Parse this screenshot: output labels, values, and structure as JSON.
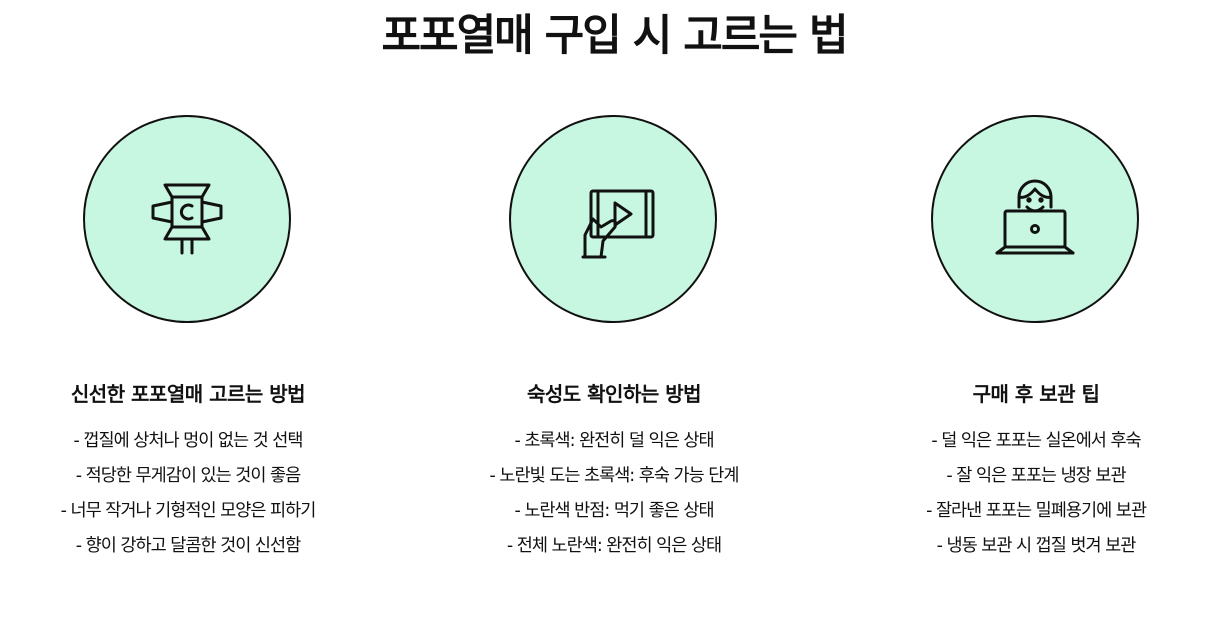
{
  "title": "포포열매 구입 시 고르는 법",
  "sections": [
    {
      "icon": "spotlight-icon",
      "heading": "신선한 포포열매 고르는 방법",
      "tips": [
        "- 껍질에 상처나 멍이 없는 것 선택",
        "- 적당한 무게감이 있는 것이 좋음",
        "- 너무 작거나 기형적인 모양은 피하기",
        "- 향이 강하고 달콤한 것이 신선함"
      ]
    },
    {
      "icon": "tablet-play-icon",
      "heading": "숙성도 확인하는 방법",
      "tips": [
        "- 초록색: 완전히 덜 익은 상태",
        "- 노란빛 도는 초록색: 후숙 가능 단계",
        "- 노란색 반점: 먹기 좋은 상태",
        "- 전체 노란색: 완전히 익은 상태"
      ]
    },
    {
      "icon": "laptop-user-icon",
      "heading": "구매 후 보관 팁",
      "tips": [
        "- 덜 익은 포포는 실온에서 후숙",
        "- 잘 익은 포포는 냉장 보관",
        "- 잘라낸 포포는 밀폐용기에 보관",
        "- 냉동 보관 시 껍질 벗겨 보관"
      ]
    }
  ],
  "colors": {
    "circle_fill": "#c8f7e1",
    "outline": "#111111",
    "text": "#111111"
  }
}
